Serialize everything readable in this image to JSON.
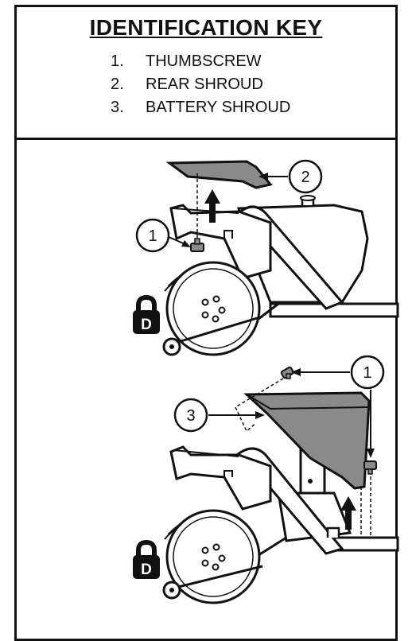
{
  "key": {
    "title": "IDENTIFICATION KEY",
    "items": [
      {
        "number": "1.",
        "label": "THUMBSCREW"
      },
      {
        "number": "2.",
        "label": "REAR SHROUD"
      },
      {
        "number": "3.",
        "label": "BATTERY SHROUD"
      }
    ]
  },
  "callouts": {
    "top_rear_shroud": "2",
    "top_thumbscrew": "1",
    "bottom_thumbscrew": "1",
    "bottom_battery_shroud": "3"
  },
  "icons": [
    "lock-icon",
    "up-arrow-icon"
  ],
  "colors": {
    "line": "#111111",
    "shroud_fill": "#8a8a8a",
    "background": "#ffffff"
  }
}
